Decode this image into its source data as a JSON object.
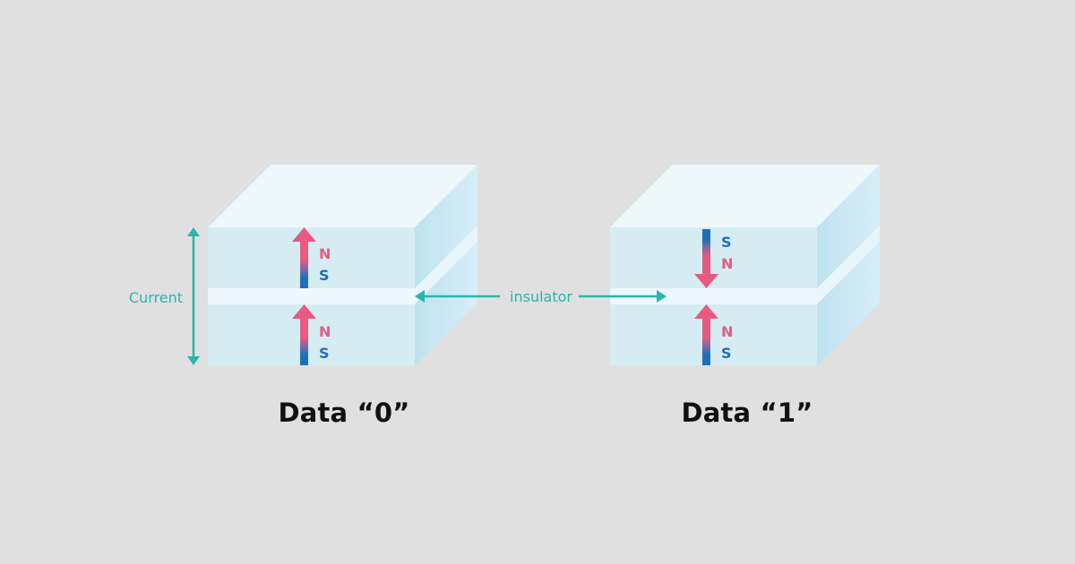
{
  "annotations": {
    "current_label": "Current",
    "insulator_label": "insulator"
  },
  "captions": {
    "left": "Data “0”",
    "right": "Data “1”"
  },
  "cells": [
    {
      "state": "Data “0”",
      "top_layer": {
        "direction": "up",
        "upper_pole": "N",
        "lower_pole": "S"
      },
      "bottom_layer": {
        "direction": "up",
        "upper_pole": "N",
        "lower_pole": "S"
      }
    },
    {
      "state": "Data “1”",
      "top_layer": {
        "direction": "down",
        "upper_pole": "S",
        "lower_pole": "N"
      },
      "bottom_layer": {
        "direction": "up",
        "upper_pole": "N",
        "lower_pole": "S"
      }
    }
  ],
  "colors": {
    "background": "#e0e0e0",
    "north_pole": "#e85a80",
    "south_pole": "#1f6fb8",
    "annotation": "#2bb5ab",
    "caption_text": "#111111"
  }
}
